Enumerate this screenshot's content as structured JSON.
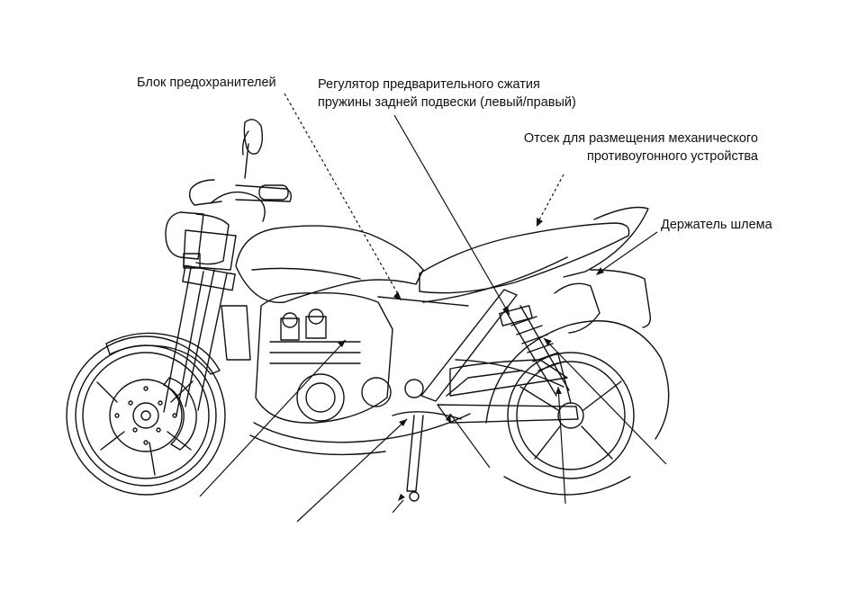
{
  "labels": {
    "fuse_box": "Блок предохранителей",
    "rear_preload_line1": "Регулятор предварительного сжатия",
    "rear_preload_line2": "пружины задней подвески (левый/правый)",
    "lock_compartment_line1": "Отсек для размещения механического",
    "lock_compartment_line2": "противоугонного устройства",
    "helmet_holder": "Держатель шлема"
  },
  "colors": {
    "ink": "#111111",
    "background": "#ffffff"
  }
}
